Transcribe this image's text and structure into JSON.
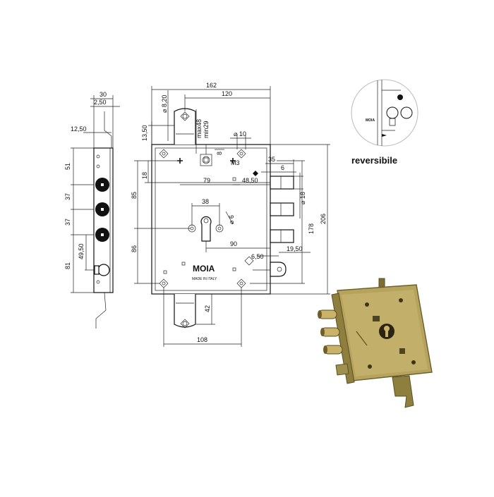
{
  "colors": {
    "line": "#111111",
    "photo_body": "#b9a663",
    "photo_dark": "#6e5f2a",
    "bolt": "#c9b36a"
  },
  "icons": [
    "lock-side-view",
    "lock-front-view",
    "reversible-lock-thumbnail",
    "lock-photo"
  ],
  "side": {
    "w_total": "30",
    "w_plate": "2,50",
    "hook": "12,50",
    "d1": "51",
    "d2": "37",
    "d3": "37",
    "d4": "49,50",
    "d5": "81"
  },
  "front": {
    "overall_w": "162",
    "inner_w": "120",
    "hole_d": "8,20",
    "strike_h": "13,50",
    "max_label": "max48",
    "min_label": "min29",
    "sq_label": "10",
    "bolt_len": "35",
    "bolt_proj": "6",
    "v85": "85",
    "v18": "18",
    "v79": "79",
    "v48_50": "48,50",
    "bolt_d": "18",
    "key_w": "38",
    "key_d": "6",
    "v86": "86",
    "v90": "90",
    "v178": "178",
    "v206": "206",
    "latch_off": "6,50",
    "latch_w": "19,50",
    "m3": "M3",
    "v8": "8",
    "v42": "42",
    "v108": "108",
    "brand": "MOIA",
    "made": "MADE IN ITALY"
  },
  "reversibile": "reversibile",
  "thumb_brand": "MOIA"
}
